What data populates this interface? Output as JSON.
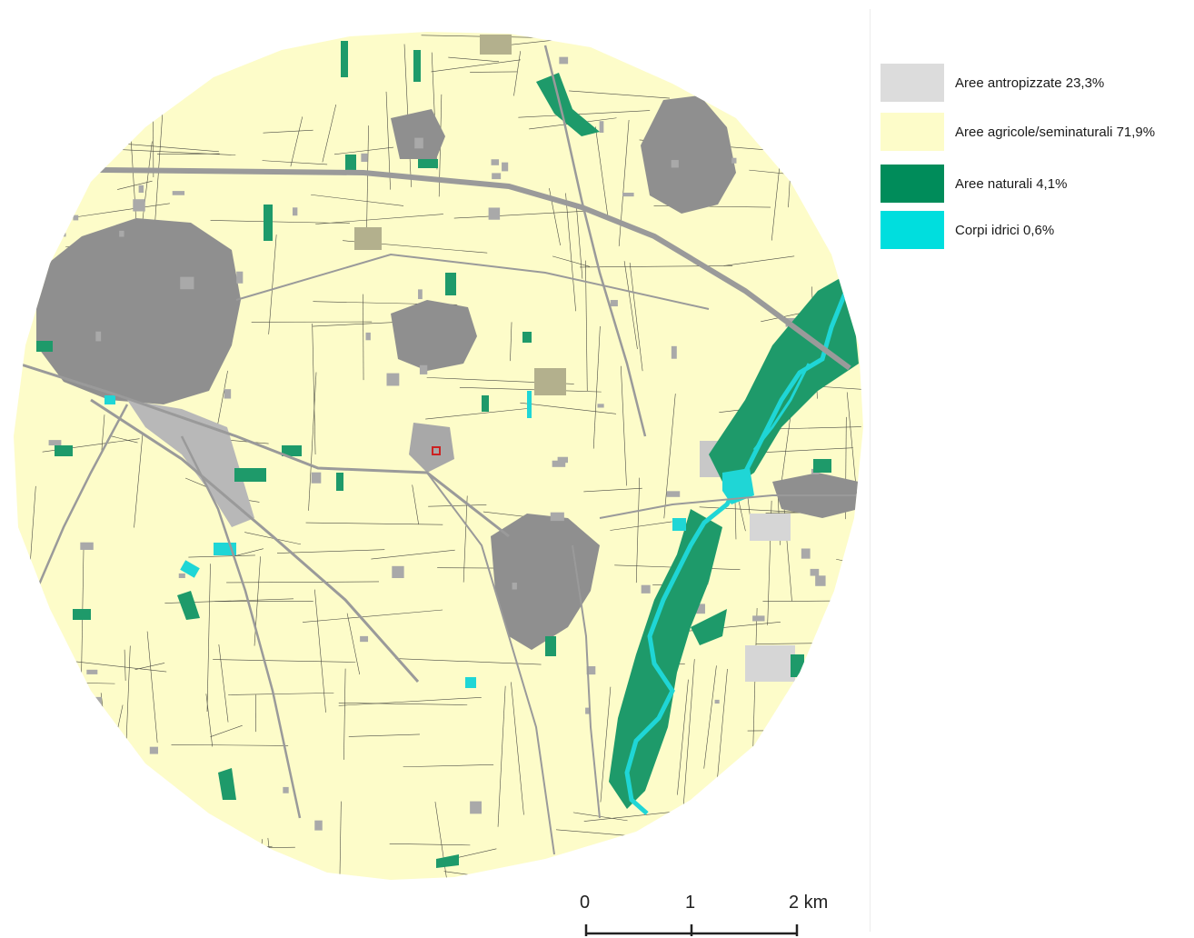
{
  "legend": {
    "items": [
      {
        "label": "Aree antropizzate 23,3%",
        "color": "#dcdcdc"
      },
      {
        "label": "Aree agricole/seminaturali 71,9%",
        "color": "#fdfcc9"
      },
      {
        "label": "Aree naturali 4,1%",
        "color": "#008c5a"
      },
      {
        "label": "Corpi idrici 0,6%",
        "color": "#00dede"
      }
    ]
  },
  "scale_bar": {
    "labels": [
      "0",
      "1",
      "2 km"
    ]
  },
  "colors": {
    "agricultural": "#fdfcc9",
    "urban": "#8a8a8a",
    "urban_light": "#d6d6d6",
    "natural": "#1e9a6a",
    "water": "#1fd6d6",
    "roads": "#9a9a9a",
    "field_lines": "#2e2e2e"
  }
}
